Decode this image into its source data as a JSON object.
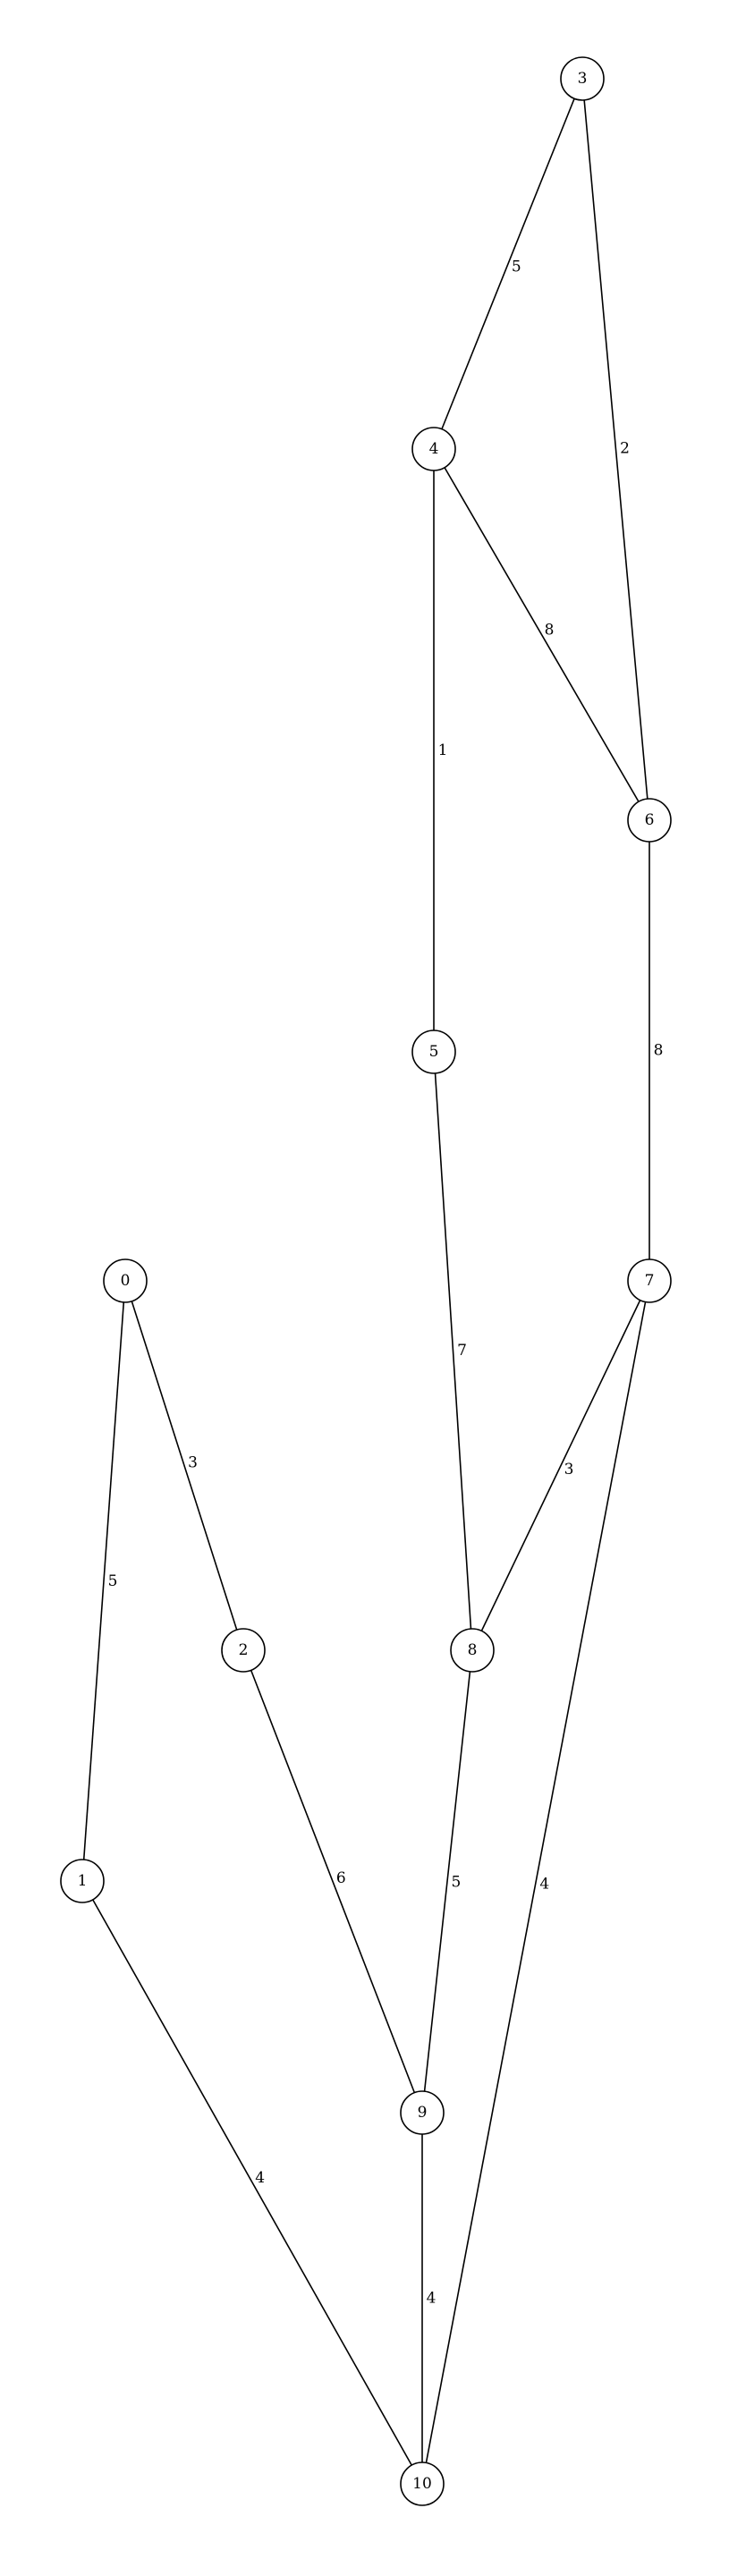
{
  "graph": {
    "directed": false,
    "nodes": [
      {
        "id": "n0",
        "label": "0"
      },
      {
        "id": "n1",
        "label": "1"
      },
      {
        "id": "n2",
        "label": "2"
      },
      {
        "id": "n3",
        "label": "3"
      },
      {
        "id": "n4",
        "label": "4"
      },
      {
        "id": "n5",
        "label": "5"
      },
      {
        "id": "n6",
        "label": "6"
      },
      {
        "id": "n7",
        "label": "7"
      },
      {
        "id": "n8",
        "label": "8"
      },
      {
        "id": "n9",
        "label": "9"
      },
      {
        "id": "n10",
        "label": "10"
      }
    ],
    "edges": [
      {
        "from": "n3",
        "to": "n4",
        "weight": "5"
      },
      {
        "from": "n3",
        "to": "n6",
        "weight": "2"
      },
      {
        "from": "n4",
        "to": "n5",
        "weight": "1"
      },
      {
        "from": "n4",
        "to": "n6",
        "weight": "8"
      },
      {
        "from": "n6",
        "to": "n7",
        "weight": "8"
      },
      {
        "from": "n5",
        "to": "n8",
        "weight": "7"
      },
      {
        "from": "n7",
        "to": "n8",
        "weight": "3"
      },
      {
        "from": "n7",
        "to": "n10",
        "weight": "4"
      },
      {
        "from": "n0",
        "to": "n1",
        "weight": "5"
      },
      {
        "from": "n0",
        "to": "n2",
        "weight": "3"
      },
      {
        "from": "n2",
        "to": "n9",
        "weight": "6"
      },
      {
        "from": "n8",
        "to": "n9",
        "weight": "5"
      },
      {
        "from": "n1",
        "to": "n10",
        "weight": "4"
      },
      {
        "from": "n9",
        "to": "n10",
        "weight": "4"
      }
    ]
  }
}
